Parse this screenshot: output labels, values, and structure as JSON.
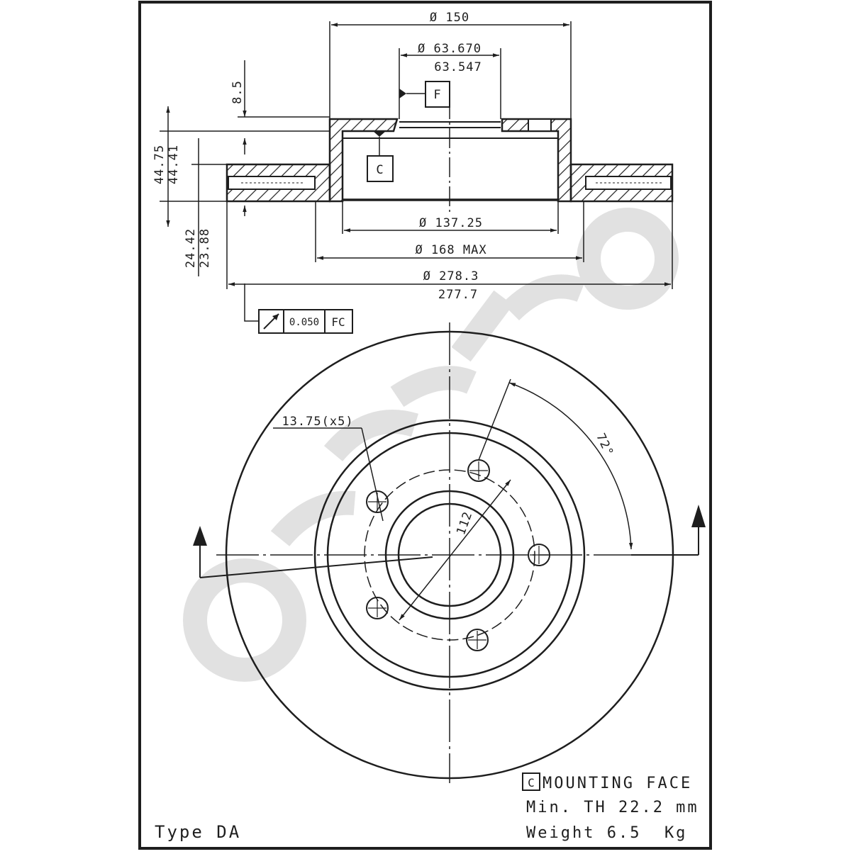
{
  "drawing": {
    "type_label": "Type DA",
    "colors": {
      "ink": "#1e1e1e",
      "watermark": "#d4d4d4",
      "paper": "#ffffff"
    }
  },
  "section_view": {
    "dimensions": {
      "hat_outer_diameter": "Ø 150",
      "center_bore_max": "Ø 63.670",
      "center_bore_min": "63.547",
      "inner_hat_diameter": "Ø 137.25",
      "hub_max_diameter": "Ø 168 MAX",
      "outer_diameter_max": "Ø 278.3",
      "outer_diameter_min": "277.7",
      "flange_thickness": "8.5",
      "total_height_max": "44.75",
      "total_height_min": "44.41",
      "disc_thickness_max": "24.42",
      "disc_thickness_min": "23.88"
    },
    "datum_labels": {
      "f": "F",
      "c": "C"
    },
    "tolerance_frame": {
      "symbol": "runout-icon",
      "value": "0.050",
      "datums": "FC"
    }
  },
  "front_view": {
    "bolt_hole_note": "13.75(x5)",
    "pitch_circle": "112",
    "angle": "72°",
    "bolt_hole_count": 5
  },
  "notes": {
    "datum_box": "C",
    "mounting_face": "MOUNTING FACE",
    "min_thickness": "Min. TH 22.2 mm",
    "weight": "Weight 6.5  Kg"
  },
  "watermark": {
    "icon": "brand-logo-watermark"
  }
}
